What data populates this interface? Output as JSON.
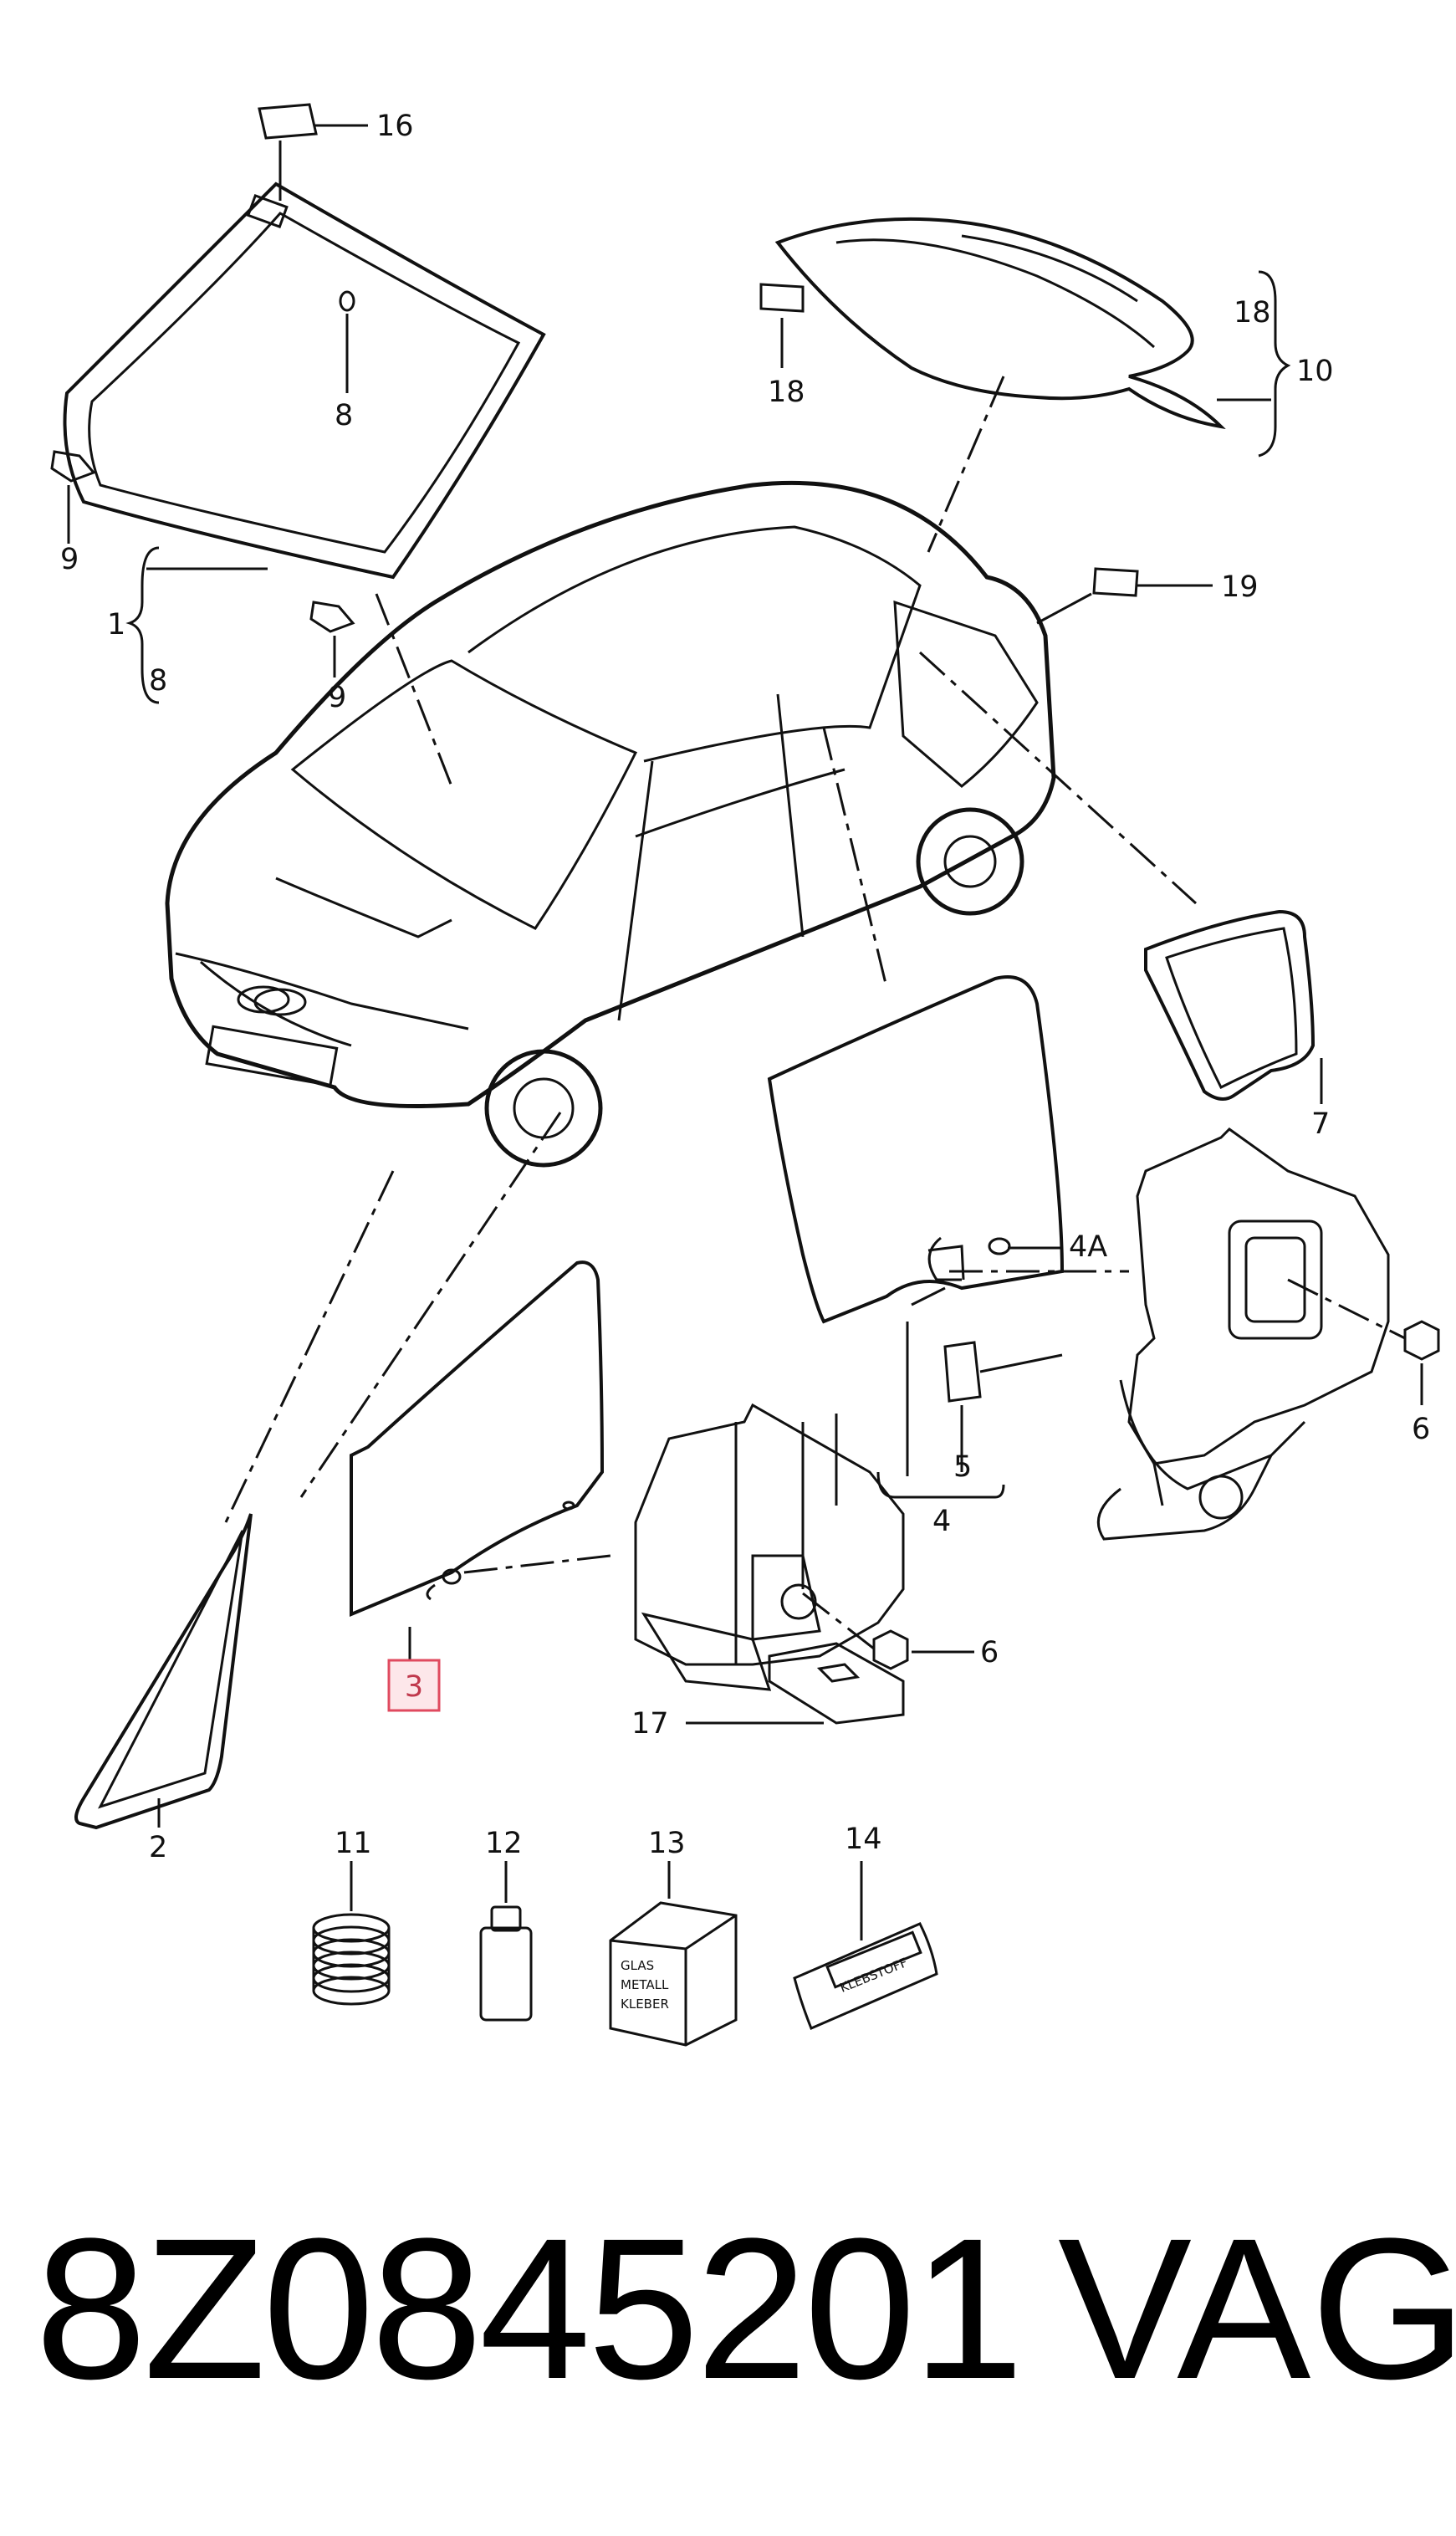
{
  "callouts": {
    "c16": "16",
    "c8_top": "8",
    "c9_left": "9",
    "c1": "1",
    "c8_bracket": "8",
    "c9_mid": "9",
    "c18_top": "18",
    "c18_bracket": "18",
    "c10": "10",
    "c19": "19",
    "c7": "7",
    "c4a": "4A",
    "c6_right": "6",
    "c5": "5",
    "c4": "4",
    "c3": "3",
    "c6_mid": "6",
    "c17": "17",
    "c2": "2",
    "c11": "11",
    "c12": "12",
    "c13": "13",
    "c14": "14"
  },
  "box_texts": {
    "glas_line1": "GLAS",
    "glas_line2": "METALL",
    "glas_line3": "KLEBER",
    "kleb": "KLEBSTOFF"
  },
  "highlight": {
    "part": "3",
    "color": "#e04a5f"
  },
  "footer": {
    "part_number": "8Z0845201",
    "brand": "VAG"
  }
}
